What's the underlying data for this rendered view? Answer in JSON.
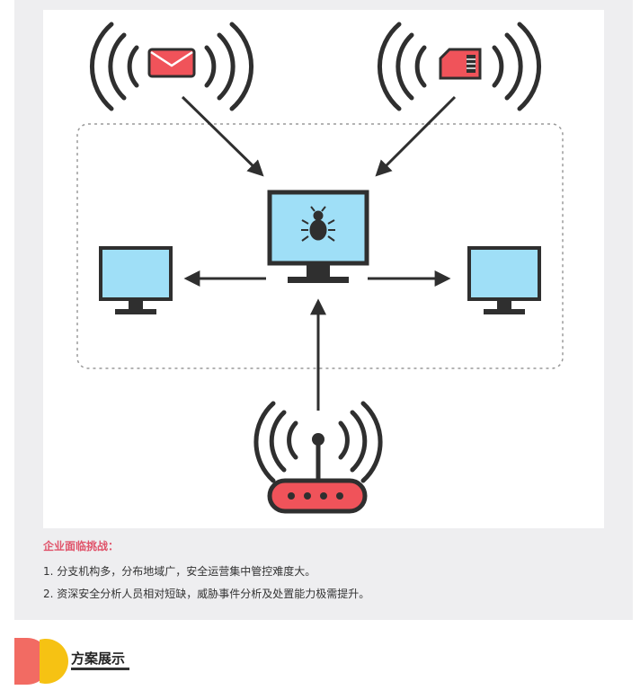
{
  "diagram": {
    "icons": [
      "mail-icon",
      "sd-card-icon",
      "infected-computer-icon",
      "computer-icon",
      "router-icon",
      "bug-icon"
    ],
    "colors": {
      "screen": "#9fdff7",
      "accent_red": "#f0535a",
      "outline": "#2f2f2f",
      "dashed_border": "#9a9a9a"
    }
  },
  "challenges": {
    "title": "企业面临挑战：",
    "items": [
      "1. 分支机构多，分布地域广，安全运营集中管控难度大。",
      "2. 资深安全分析人员相对短缺，威胁事件分析及处置能力极需提升。"
    ]
  },
  "section": {
    "title": "方案展示",
    "logo_colors": [
      "#f26b63",
      "#f6c213"
    ]
  }
}
